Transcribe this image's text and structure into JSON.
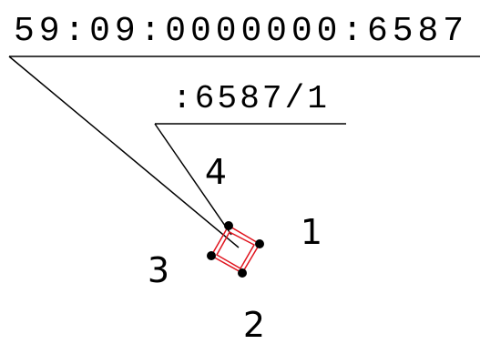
{
  "cadastral_number": "59:09:0000000:6587",
  "parcel_label": ":6587/1",
  "point_labels": {
    "p1": "1",
    "p2": "2",
    "p3": "3",
    "p4": "4"
  },
  "colors": {
    "line": "#000000",
    "parcel_outline": "#e0141e",
    "vertex": "#000000"
  }
}
